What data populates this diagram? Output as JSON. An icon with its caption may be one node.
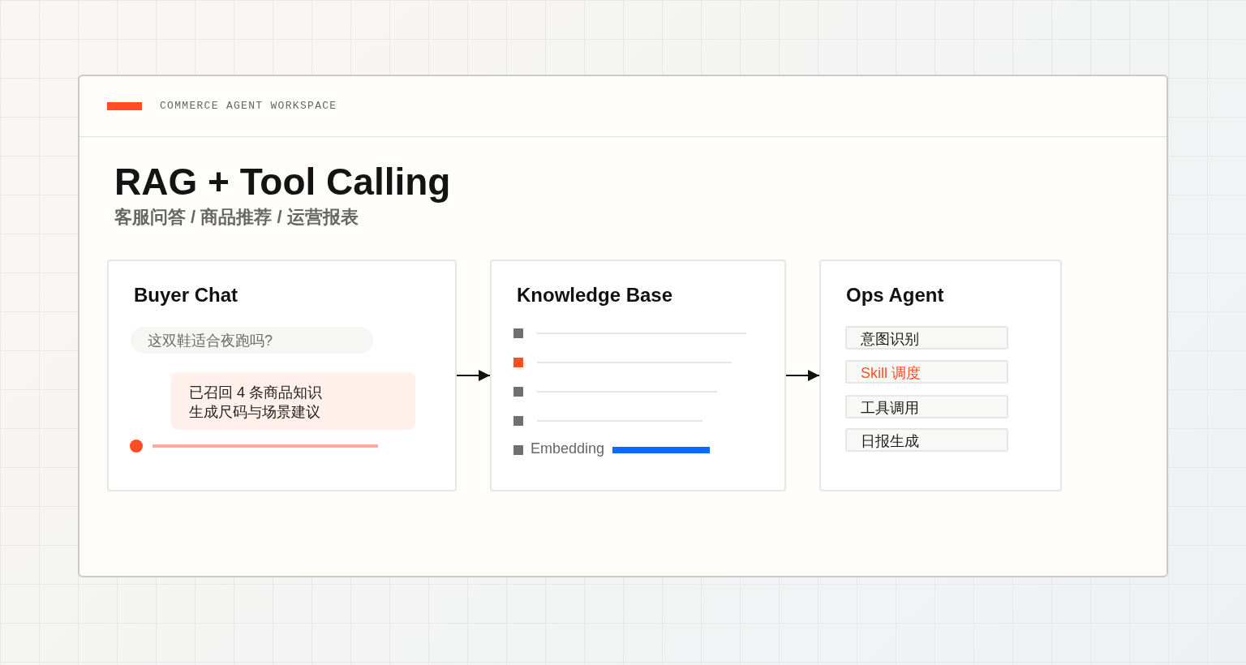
{
  "diagram": {
    "title": "RAG + Tool Calling",
    "nodes": [
      {
        "text": [
          "Buyer Chat"
        ]
      },
      {
        "text": [
          "这双鞋适合夜跑吗?"
        ],
        "in": 0
      },
      {
        "text": [
          "已召回 4 条商品知识",
          "生成尺码与场景建议"
        ],
        "in": 0
      },
      {
        "text": [
          "Knowledge Base"
        ]
      },
      {
        "text": [
          "Ops Agent"
        ]
      },
      {
        "text": [
          "意图识别"
        ],
        "in": 4
      },
      {
        "text": [
          "Skill 调度"
        ],
        "in": 4
      },
      {
        "text": [
          "工具调用"
        ],
        "in": 4
      },
      {
        "text": [
          "日报生成"
        ],
        "in": 4
      }
    ],
    "edges": [
      {
        "from": 0,
        "to": 3,
        "arrow": "to"
      },
      {
        "from": 3,
        "to": 4,
        "arrow": "to"
      }
    ],
    "labels": [
      "COMMERCE AGENT WORKSPACE",
      "客服问答 / 商品推荐 / 运营报表",
      "Embedding"
    ]
  }
}
